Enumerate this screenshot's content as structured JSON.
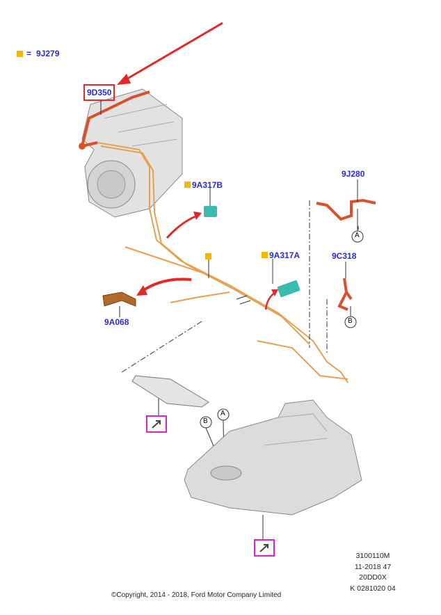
{
  "legend": {
    "equals": "=",
    "part": "9J279",
    "color": "#f7b500"
  },
  "callouts": {
    "engine_harness": "9D350",
    "connector_b": "9A317B",
    "connector_a": "9A317A",
    "line_upper": "9J280",
    "line_lower": "9C318",
    "bracket": "9A068"
  },
  "markers": {
    "a": "A",
    "b": "B",
    "tank_a": "A",
    "tank_b": "B"
  },
  "codes": [
    "3100110M",
    "11-2018 47",
    "20DD0X",
    "K 0281020 04"
  ],
  "copyright": "©Copyright, 2014 - 2018, Ford Motor Company Limited",
  "colors": {
    "callout": "#2a2ad0",
    "highlight": "#e02a2a",
    "reference": "#e020d0",
    "fuel_line": "#e6a050",
    "pipe": "#d9502a",
    "connector": "#3bbab0"
  }
}
